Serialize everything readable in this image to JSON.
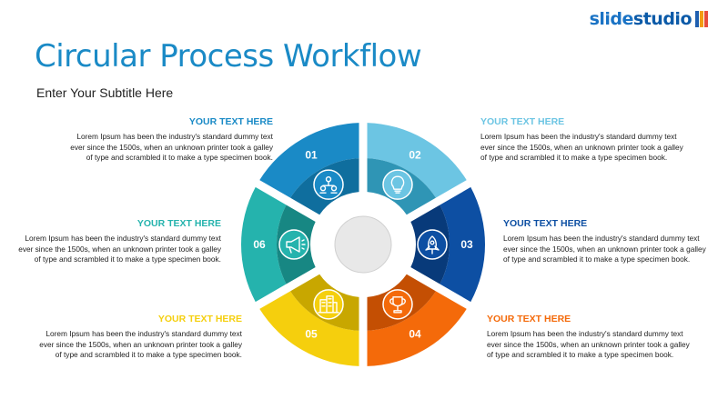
{
  "brand": {
    "part1": "slide",
    "part2": "studio",
    "colors": [
      "#1f5fb0",
      "#f39c12",
      "#e74c3c"
    ]
  },
  "title": "Circular Process Workflow",
  "subtitle": "Enter Your Subtitle Here",
  "steps": [
    {
      "number": "01",
      "heading": "YOUR TEXT HERE",
      "body": "Lorem Ipsum has been the industry's standard dummy text ever since the 1500s, when an unknown printer took a galley of type and scrambled it to make a type specimen book.",
      "color": "#1a8ac6",
      "inner_color": "#0f6e9e",
      "icon": "team-network-icon"
    },
    {
      "number": "02",
      "heading": "YOUR TEXT HERE",
      "body": "Lorem Ipsum has been the industry's standard dummy text ever since the 1500s, when an unknown printer took a galley of type and scrambled it to make a type specimen book.",
      "color": "#6cc5e3",
      "inner_color": "#2f95b5",
      "icon": "lightbulb-icon"
    },
    {
      "number": "03",
      "heading": "YOUR TEXT HERE",
      "body": "Lorem Ipsum has been the industry's standard dummy text ever since the 1500s, when an unknown printer took a galley of type and scrambled it to make a type specimen book.",
      "color": "#0d4fa3",
      "inner_color": "#083a7a",
      "icon": "rocket-icon"
    },
    {
      "number": "04",
      "heading": "YOUR TEXT HERE",
      "body": "Lorem Ipsum has been the industry's standard dummy text ever since the 1500s, when an unknown printer took a galley of type and scrambled it to make a type specimen book.",
      "color": "#f46a0a",
      "inner_color": "#c44f03",
      "icon": "trophy-icon"
    },
    {
      "number": "05",
      "heading": "YOUR TEXT HERE",
      "body": "Lorem Ipsum has been the industry's standard dummy text ever since the 1500s, when an unknown printer took a galley of type and scrambled it to make a type specimen book.",
      "color": "#f5cf0d",
      "inner_color": "#c8a700",
      "icon": "buildings-icon"
    },
    {
      "number": "06",
      "heading": "YOUR TEXT HERE",
      "body": "Lorem Ipsum has been the industry's standard dummy text ever since the 1500s, when an unknown printer took a galley of type and scrambled it to make a type specimen book.",
      "color": "#25b3ad",
      "inner_color": "#178783",
      "icon": "megaphone-icon"
    }
  ],
  "heading_colors": [
    "#1a8ac6",
    "#6cc5e3",
    "#0d4fa3",
    "#f46a0a",
    "#f5cf0d",
    "#25b3ad"
  ],
  "center_color": "#e8e8e8"
}
